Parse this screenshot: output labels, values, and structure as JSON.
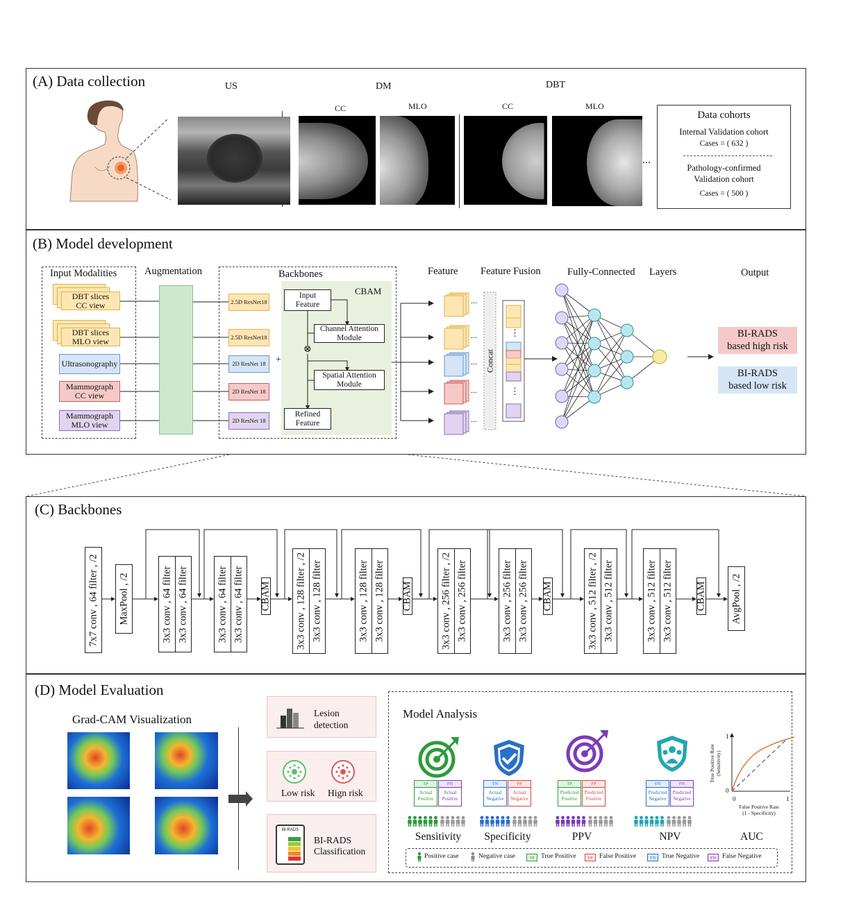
{
  "panels": {
    "a": {
      "title": "(A) Data collection"
    },
    "b": {
      "title": "(B) Model development"
    },
    "c": {
      "title": "(C) Backbones"
    },
    "d": {
      "title": "(D) Model Evaluation"
    }
  },
  "data_collection": {
    "us": "US",
    "dm": "DM",
    "dbt": "DBT",
    "cc1": "CC",
    "mlo1": "MLO",
    "cc2": "CC",
    "mlo2": "MLO",
    "ellipsis": "...",
    "cohorts": {
      "title": "Data cohorts",
      "internal": "Internal  Validation cohort",
      "internal_cases": "Cases =    ( 632 )",
      "path1": "Pathology-confirmed",
      "path2": "Validation cohort",
      "path_cases": "Cases =    ( 500 )"
    }
  },
  "model_dev": {
    "input_modalities": "Input Modalities",
    "augmentation": "Augmentation",
    "backbones": "Backbones",
    "feature": "Feature",
    "feature_fusion": "Feature Fusion",
    "fc": "Fully-Connected",
    "layers": "Layers",
    "output": "Output",
    "inputs": [
      {
        "l1": "DBT slices",
        "l2": "CC view"
      },
      {
        "l1": "DBT slices",
        "l2": "MLO view"
      },
      {
        "l1": "Ultrasonography",
        "l2": ""
      },
      {
        "l1": "Mammograph",
        "l2": "CC view"
      },
      {
        "l1": "Mammograph",
        "l2": "MLO view"
      }
    ],
    "nets": [
      "2.5D ResNet18",
      "2.5D ResNet18",
      "2D ResNet 18",
      "2D ResNet 18",
      "2D ResNet 18"
    ],
    "plus": "+",
    "cbam": "CBAM",
    "input_feature": [
      "Input",
      "Feature"
    ],
    "channel_att": [
      "Channel  Attention",
      "Module"
    ],
    "spatial_att": [
      "Spatial  Attention",
      "Module"
    ],
    "refined": [
      "Refined",
      "Feature"
    ],
    "otimes": "⊗",
    "concat": "Concat",
    "dots": "...",
    "vdots": "⋮",
    "out_high": [
      "BI-RADS",
      "based high risk"
    ],
    "out_low": [
      "BI-RADS",
      "based low risk"
    ]
  },
  "backbone_blocks": [
    {
      "lines": [
        "7x7 conv , 64 filter , /2"
      ]
    },
    {
      "lines": [
        "MaxPool , /2"
      ]
    },
    {
      "lines": [
        "3x3 conv , 64 filter",
        "3x3 conv , 64 filter"
      ]
    },
    {
      "lines": [
        "3x3 conv , 64 filter",
        "3x3 conv , 64 filter"
      ]
    },
    {
      "lines": [
        "CBAM"
      ]
    },
    {
      "lines": [
        "3x3 conv , 128 filter , /2",
        "3x3 conv , 128 filter"
      ]
    },
    {
      "lines": [
        "3x3 conv , 128 filter",
        "3x3 conv , 128 filter"
      ]
    },
    {
      "lines": [
        "CBAM"
      ]
    },
    {
      "lines": [
        "3x3 conv , 256 filter , /2",
        "3x3 conv , 256 filter"
      ]
    },
    {
      "lines": [
        "3x3 conv , 256 filter",
        "3x3 conv , 256 filter"
      ]
    },
    {
      "lines": [
        "CBAM"
      ]
    },
    {
      "lines": [
        "3x3 conv , 512 filter , /2",
        "3x3 conv , 512 filter"
      ]
    },
    {
      "lines": [
        "3x3 conv , 512 filter",
        "3x3 conv , 512 filter"
      ]
    },
    {
      "lines": [
        "CBAM"
      ]
    },
    {
      "lines": [
        "AvgPool , /2"
      ]
    }
  ],
  "evaluation": {
    "gradcam": "Grad-CAM Visualization",
    "lesion": [
      "Lesion",
      "detection"
    ],
    "low_risk": "Low risk",
    "high_risk": "Hign risk",
    "birads_icon": "BI-RADS",
    "birads_cls": [
      "BI-RADS",
      "Classification"
    ],
    "model_analysis": "Model Analysis",
    "metrics": [
      {
        "name": "Sensitivity",
        "t1": "TP",
        "t2": "FN",
        "c1": [
          "Actual",
          "Positive"
        ],
        "c2": [
          "Actual",
          "Positive"
        ]
      },
      {
        "name": "Specificity",
        "t1": "TN",
        "t2": "FP",
        "c1": [
          "Actual",
          "Negative"
        ],
        "c2": [
          "Actual",
          "Negative"
        ]
      },
      {
        "name": "PPV",
        "t1": "TP",
        "t2": "FP",
        "c1": [
          "Predicted",
          "Positive"
        ],
        "c2": [
          "Predicted",
          "Positive"
        ]
      },
      {
        "name": "NPV",
        "t1": "TN",
        "t2": "FN",
        "c1": [
          "Predicted",
          "Negative"
        ],
        "c2": [
          "Predicted",
          "Negative"
        ]
      }
    ],
    "auc": {
      "name": "AUC",
      "ylabel1": "True Positive Rate",
      "ylabel2": "(Sensitivity)",
      "xlabel1": "False Positive Rate",
      "xlabel2": "(1 - Specificity)",
      "tick0": "0",
      "tick1": "1",
      "ytick1": "1",
      "ytick0": "0"
    },
    "legend": {
      "pos": "Positive case",
      "neg": "Negative case",
      "tp_tag": "TP",
      "tp": "True Positive",
      "fp_tag": "FP",
      "fp": "False Positive",
      "tn_tag": "TN",
      "tn": "True Negative",
      "fn_tag": "FN",
      "fn": "False Negative"
    }
  },
  "colors": {
    "dbt": "#fde6b3",
    "dbt_border": "#e0b24a",
    "us": "#d5e5f6",
    "us_border": "#6b95c9",
    "cc": "#f6c9c9",
    "cc_border": "#cc5a5a",
    "mlo": "#e1d4ee",
    "mlo_border": "#8c6bb5",
    "aug": "#cde8cc",
    "cbam": "#e9f0dd",
    "node_blue": "#dcd8f6",
    "node_teal": "#b9e6ec",
    "node_out": "#f7eca3",
    "green": "#2e9a3e",
    "blue": "#2a6fc9",
    "purple": "#7c3bb8",
    "teal": "#22a6b3"
  }
}
